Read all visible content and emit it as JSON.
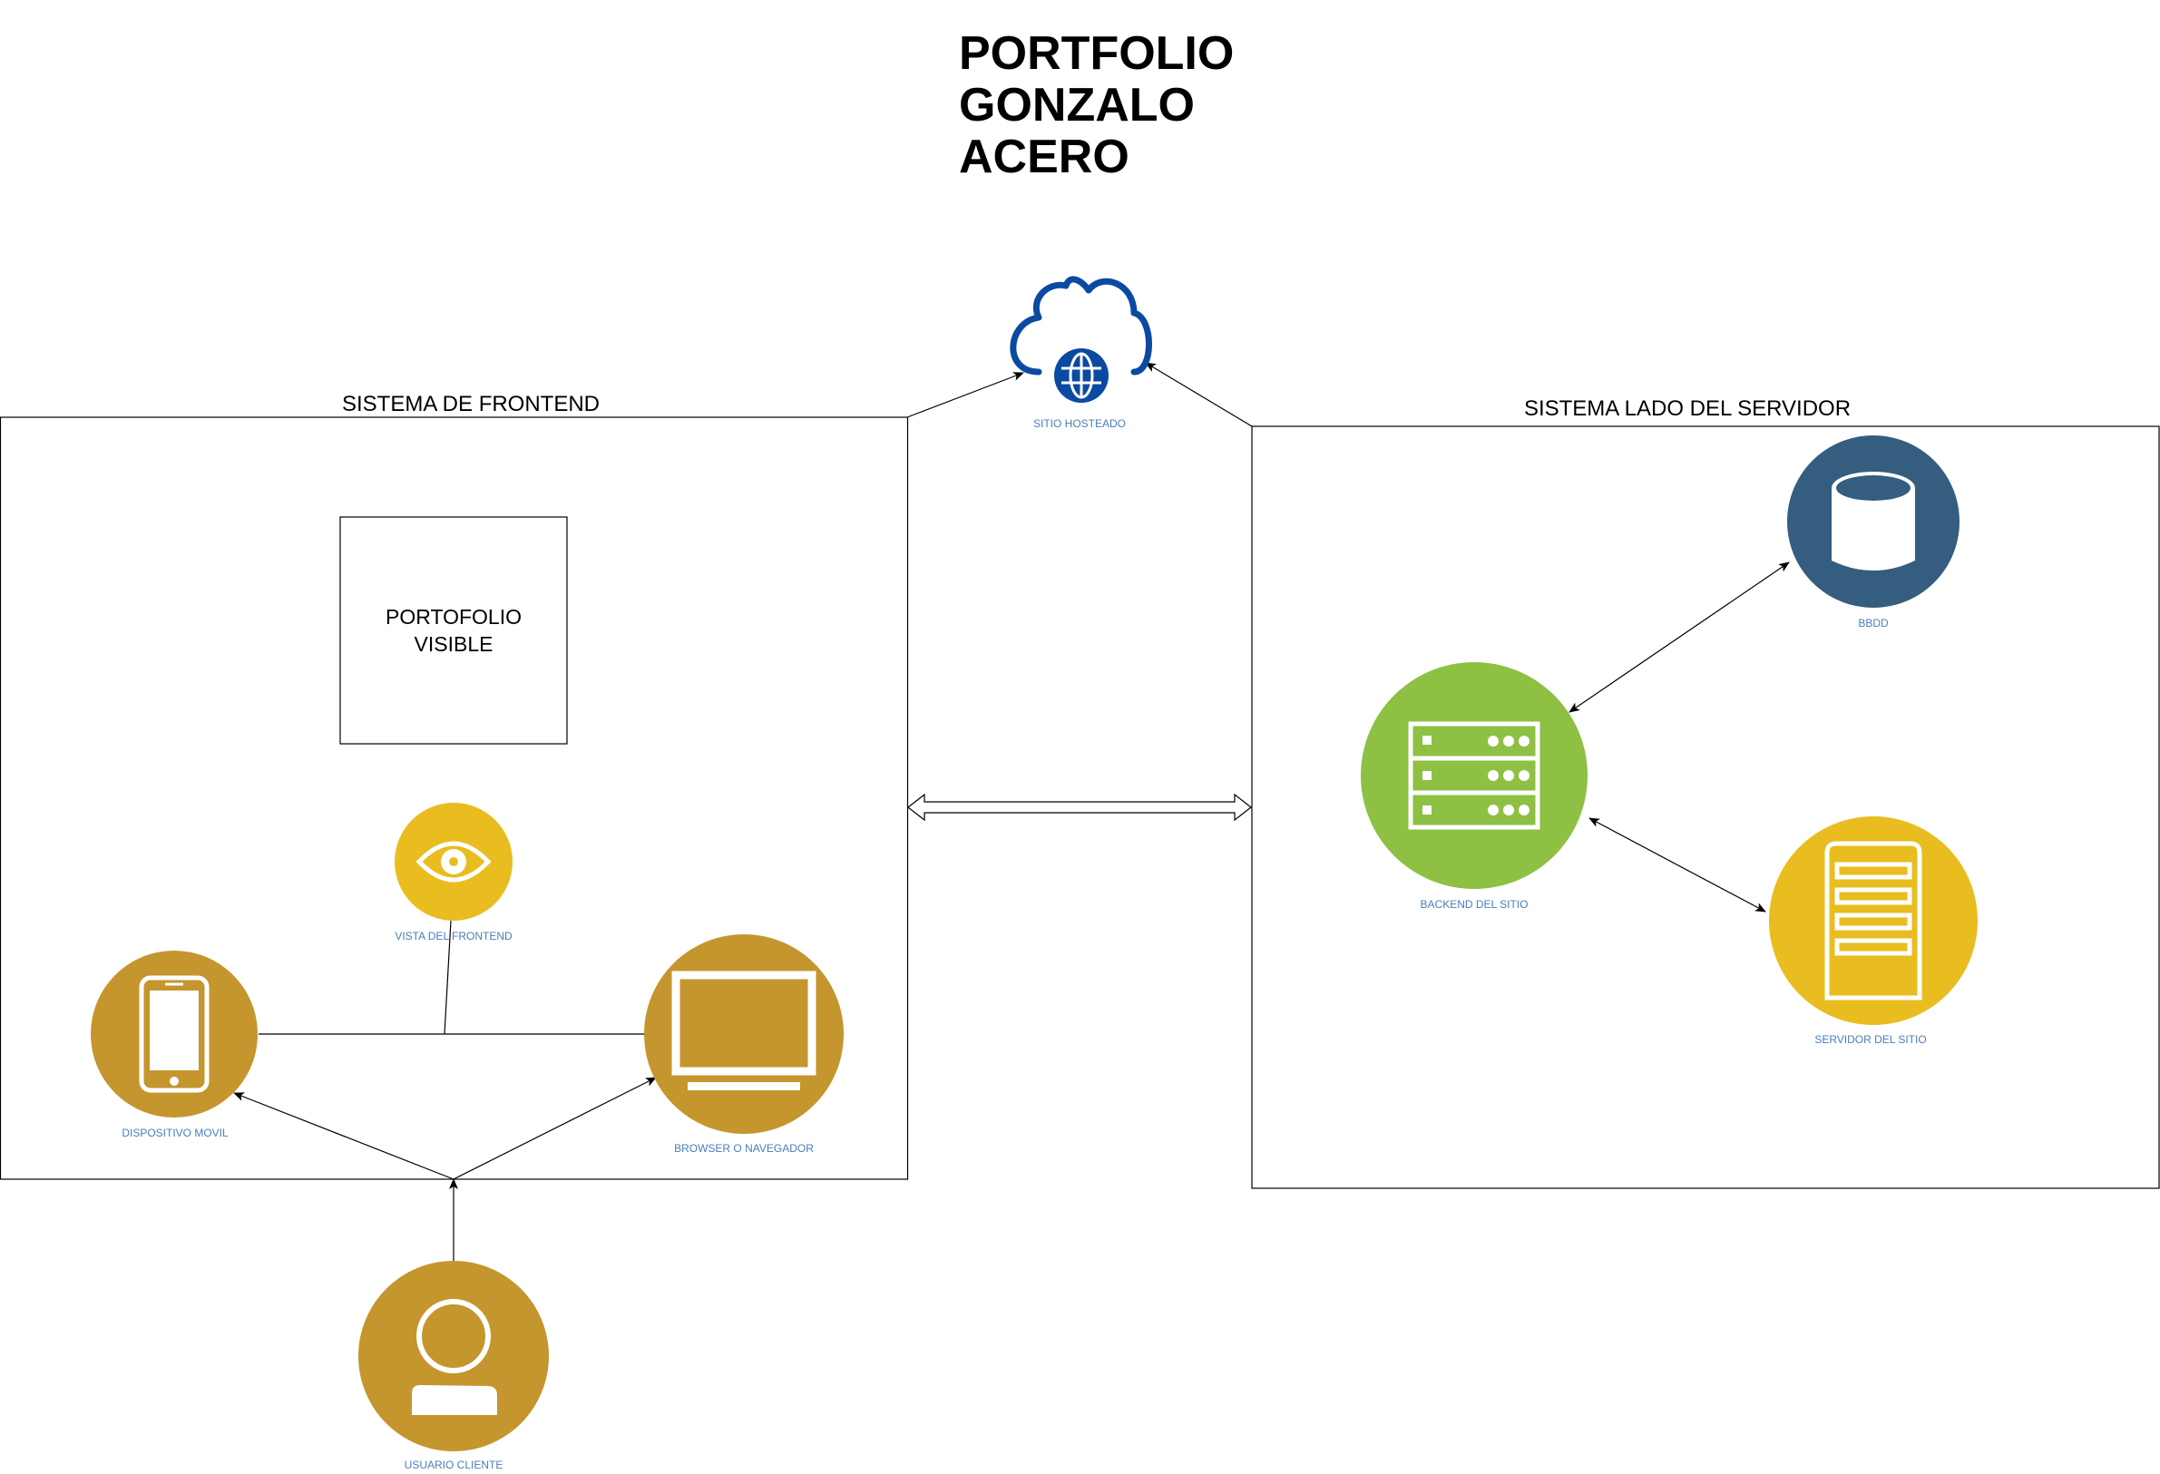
{
  "title": {
    "line1": "PORTFOLIO",
    "line2": "GONZALO",
    "line3": "ACERO"
  },
  "sections": {
    "frontend_label": "SISTEMA DE FRONTEND",
    "backend_label": "SISTEMA  LADO DEL SERVIDOR"
  },
  "portfolio_box": {
    "line1": "PORTOFOLIO",
    "line2": "VISIBLE"
  },
  "nodes": {
    "hosted_site": {
      "label": "SITIO HOSTEADO",
      "icon": "cloud-globe-icon",
      "color": "#0b4aa2"
    },
    "frontend_view": {
      "label": "VISTA DEL FRONTEND",
      "icon": "eye-icon",
      "color": "#e9bd1f"
    },
    "mobile_device": {
      "label": "DISPOSITIVO MOVIL",
      "icon": "smartphone-icon",
      "color": "#c4962d"
    },
    "browser": {
      "label": "BROWSER O NAVEGADOR",
      "icon": "monitor-icon",
      "color": "#c4962d"
    },
    "client_user": {
      "label": "USUARIO CLIENTE",
      "icon": "user-icon",
      "color": "#c4962d"
    },
    "database": {
      "label": "BBDD",
      "icon": "database-icon",
      "color": "#345d80"
    },
    "backend": {
      "label": "BACKEND DEL SITIO",
      "icon": "server-rack-icon",
      "color": "#8dc043"
    },
    "site_server": {
      "label": "SERVIDOR DEL SITIO",
      "icon": "server-tower-icon",
      "color": "#e9bd1f"
    }
  }
}
